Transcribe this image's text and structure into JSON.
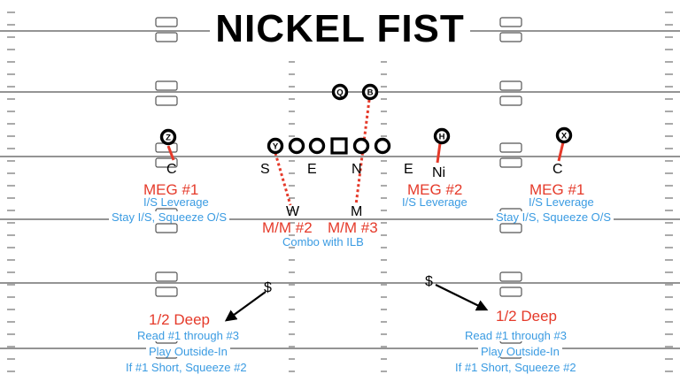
{
  "title": "NICKEL FIST",
  "offense": {
    "qb_label": "Q",
    "back_label": "B",
    "y_label": "Y",
    "z_label": "Z",
    "h_label": "H",
    "x_label": "X"
  },
  "defense": {
    "left_c": "C",
    "s": "S",
    "e_left": "E",
    "n": "N",
    "e_right": "E",
    "ni": "Ni",
    "right_c": "C",
    "w": "W",
    "m": "M",
    "deep_left_symbol": "$",
    "deep_right_symbol": "$"
  },
  "assignments": {
    "left_corner": {
      "title": "MEG #1",
      "line1": "I/S Leverage",
      "line2": "Stay I/S, Squeeze O/S"
    },
    "nickel": {
      "title": "MEG #2",
      "line1": "I/S Leverage"
    },
    "right_corner": {
      "title": "MEG #1",
      "line1": "I/S Leverage",
      "line2": "Stay I/S, Squeeze O/S"
    },
    "will": {
      "title": "M/M #2"
    },
    "mike": {
      "title": "M/M #3"
    },
    "ilb_note": "Combo with ILB",
    "left_safety": {
      "title": "1/2 Deep",
      "line1": "Read #1 through #3",
      "line2": "Play Outside-In",
      "line3": "If #1 Short, Squeeze #2"
    },
    "right_safety": {
      "title": "1/2 Deep",
      "line1": "Read #1 through #3",
      "line2": "Play Outside-In",
      "line3": "If #1 Short, Squeeze #2"
    }
  },
  "colors": {
    "coverage_title": "#e53a2a",
    "coverage_text": "#3a9be2",
    "route_line": "#e53a2a",
    "field_line": "#555555"
  }
}
